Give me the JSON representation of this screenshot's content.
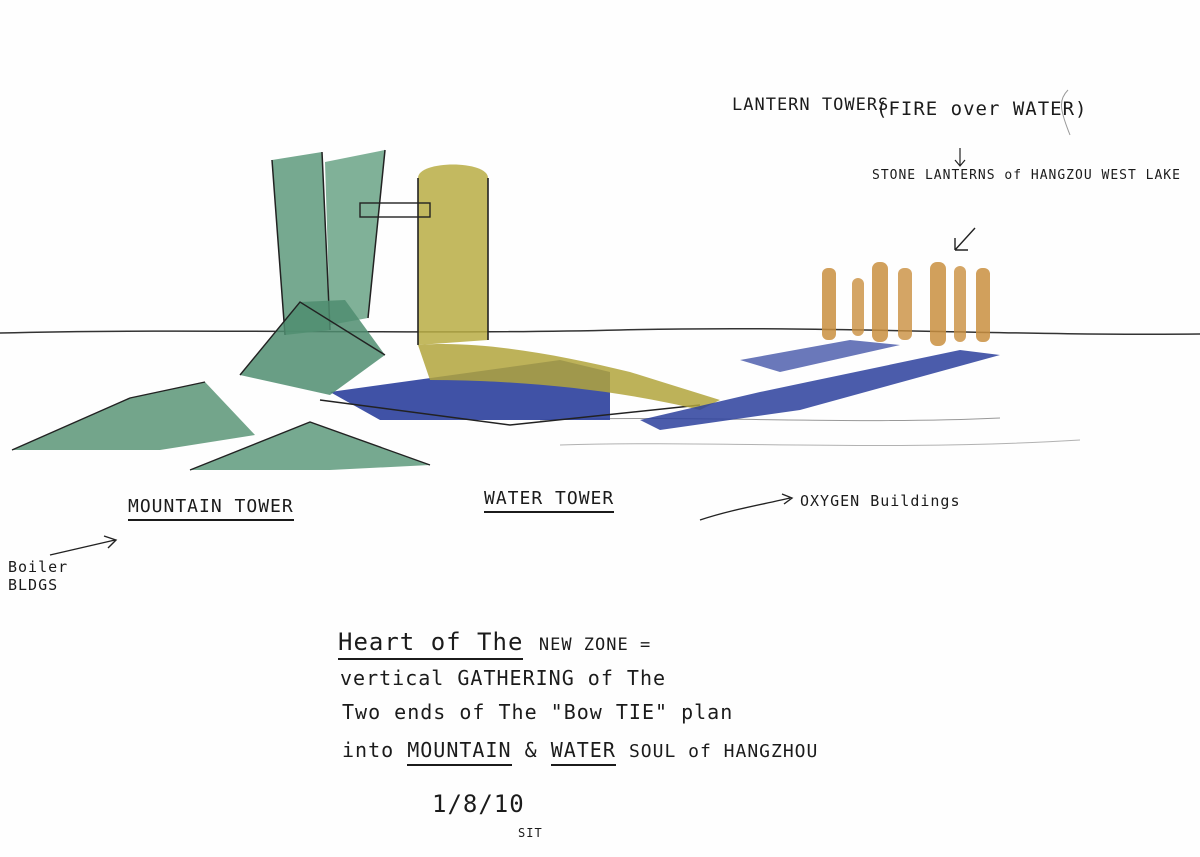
{
  "notes": {
    "lantern_towers": "LANTERN TOWERS",
    "fire_over_water": "(FIRE over WATER)",
    "stone_lanterns": "STONE LANTERNS of HANGZOU WEST LAKE",
    "mountain_tower": "MOUNTAIN TOWER",
    "water_tower": "WATER TOWER",
    "oxygen_buildings": "OXYGEN Buildings",
    "boiler_bldgs": "Boiler BLDGS"
  },
  "caption": {
    "line1_head": "Heart of The",
    "line1_rest": "NEW ZONE =",
    "line2": "vertical GATHERING of The",
    "line3": "Two ends of The \"Bow TIE\" plan",
    "line4_into": "into",
    "line4_mountain": "MOUNTAIN",
    "line4_amp": "&",
    "line4_water": "WATER",
    "line4_rest": "SOUL of HANGZHOU"
  },
  "signature": {
    "date": "1/8/10",
    "initials": "SIT"
  },
  "colors": {
    "ink": "#1b1b1b",
    "mountain_green": "#5e9a7c",
    "tower_olive": "#b9ad44",
    "water_blue": "#2b3f9c",
    "lantern_orange": "#c98f3f"
  }
}
